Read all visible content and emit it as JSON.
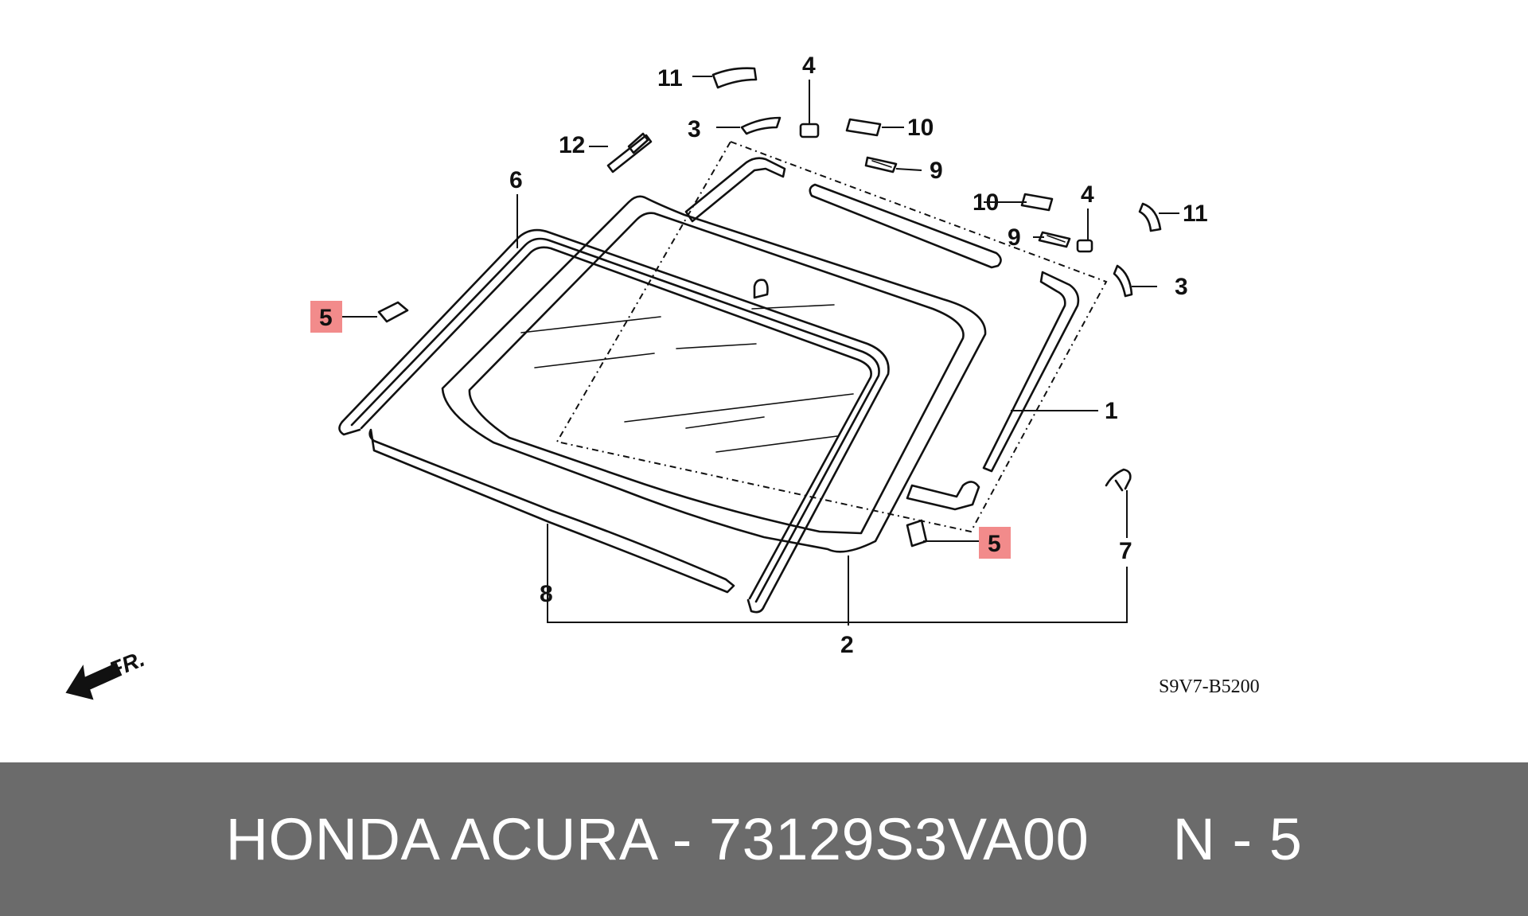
{
  "diagram": {
    "callouts": {
      "c1": "1",
      "c2": "2",
      "c3a": "3",
      "c3b": "3",
      "c4a": "4",
      "c4b": "4",
      "c5a": "5",
      "c5b": "5",
      "c6": "6",
      "c7": "7",
      "c8": "8",
      "c9a": "9",
      "c9b": "9",
      "c10a": "10",
      "c10b": "10",
      "c11a": "11",
      "c11b": "11",
      "c12": "12"
    },
    "highlight_color": "#f28b8b",
    "direction_label": "FR.",
    "diagram_code": "S9V7-B5200"
  },
  "footer": {
    "text": "HONDA ACURA - 73129S3VA00     N - 5",
    "background": "#6b6b6b",
    "text_color": "#ffffff"
  }
}
